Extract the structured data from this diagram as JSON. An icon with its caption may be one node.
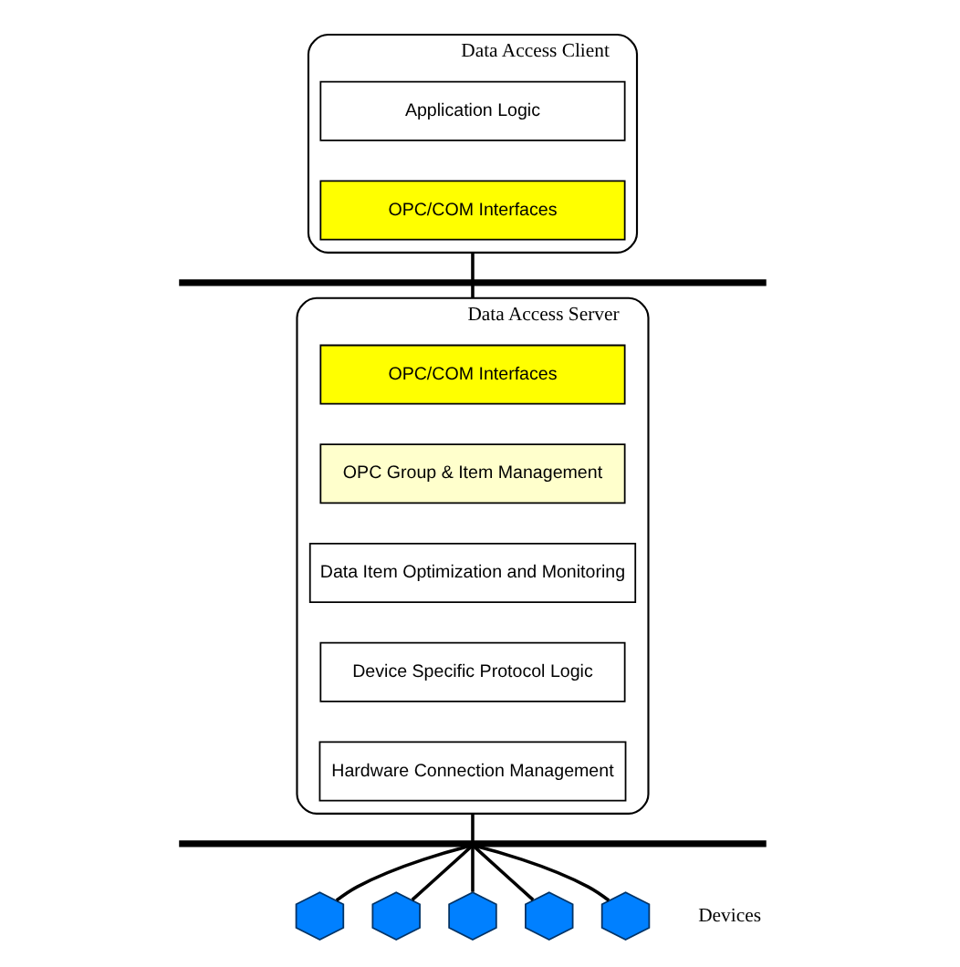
{
  "diagram": {
    "nodes": [
      {
        "text": [
          "Data Access Client"
        ]
      },
      {
        "text": [
          "Application Logic"
        ],
        "in": 0
      },
      {
        "text": [
          "OPC/COM Interfaces"
        ],
        "in": 0
      },
      {
        "text": [],
        "shape": "bar"
      },
      {
        "text": [
          "Data Access Server"
        ]
      },
      {
        "text": [
          "OPC/COM Interfaces"
        ],
        "in": 4
      },
      {
        "text": [
          "OPC Group & Item Management"
        ],
        "in": 4
      },
      {
        "text": [
          "Data Item Optimization and Monitoring"
        ],
        "in": 4
      },
      {
        "text": [
          "Device Specific Protocol Logic"
        ],
        "in": 4
      },
      {
        "text": [
          "Hardware Connection Management"
        ],
        "in": 4
      },
      {
        "text": [],
        "shape": "bar"
      },
      {
        "text": [],
        "shape": "hexagon"
      },
      {
        "text": [],
        "shape": "hexagon"
      },
      {
        "text": [],
        "shape": "hexagon"
      },
      {
        "text": [],
        "shape": "hexagon"
      },
      {
        "text": [],
        "shape": "hexagon"
      }
    ],
    "edges": [
      {
        "from": 0,
        "to": 3,
        "arrow": "none"
      },
      {
        "from": 3,
        "to": 4,
        "arrow": "none"
      },
      {
        "from": 4,
        "to": 10,
        "arrow": "none"
      },
      {
        "from": 10,
        "to": 11,
        "arrow": "none"
      },
      {
        "from": 10,
        "to": 12,
        "arrow": "none"
      },
      {
        "from": 10,
        "to": 13,
        "arrow": "none"
      },
      {
        "from": 10,
        "to": 14,
        "arrow": "none"
      },
      {
        "from": 10,
        "to": 15,
        "arrow": "none"
      }
    ],
    "labels": [
      "Devices"
    ]
  }
}
